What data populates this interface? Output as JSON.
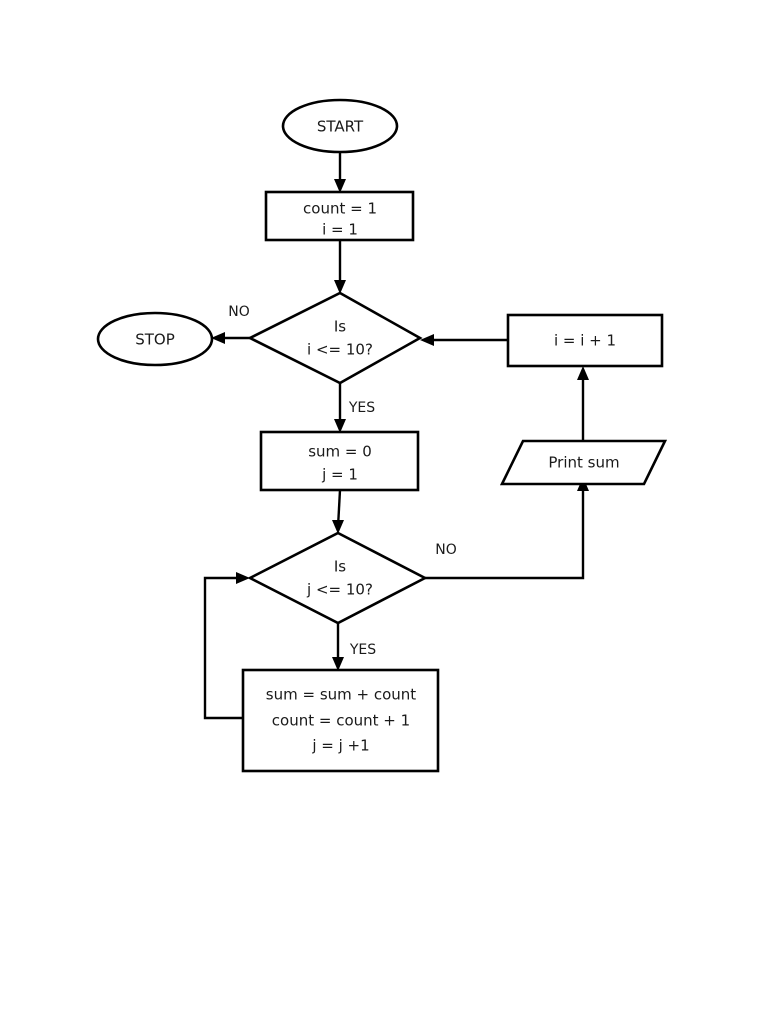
{
  "diagram": {
    "type": "flowchart",
    "title": "Sum accumulation nested loop flowchart",
    "background_color": "#ffffff",
    "line_color": "#000000",
    "text_color": "#1a1a1a",
    "nodes": {
      "start": {
        "shape": "terminator-ellipse",
        "label": "START"
      },
      "init": {
        "shape": "process-rectangle",
        "line1": "count = 1",
        "line2": "i = 1"
      },
      "decision_i": {
        "shape": "decision-diamond",
        "line1": "Is",
        "line2": "i <= 10?"
      },
      "stop": {
        "shape": "terminator-ellipse",
        "label": "STOP"
      },
      "increment_i": {
        "shape": "process-rectangle",
        "label": "i = i + 1"
      },
      "reset_sum": {
        "shape": "process-rectangle",
        "line1": "sum = 0",
        "line2": "j = 1"
      },
      "decision_j": {
        "shape": "decision-diamond",
        "line1": "Is",
        "line2": "j <= 10?"
      },
      "print_sum": {
        "shape": "io-parallelogram",
        "label": "Print sum"
      },
      "accumulate": {
        "shape": "process-rectangle",
        "line1": "sum =  sum + count",
        "line2": "count = count + 1",
        "line3": "j = j +1"
      }
    },
    "edge_labels": {
      "i_no": "NO",
      "i_yes": "YES",
      "j_no": "NO",
      "j_yes": "YES"
    }
  }
}
